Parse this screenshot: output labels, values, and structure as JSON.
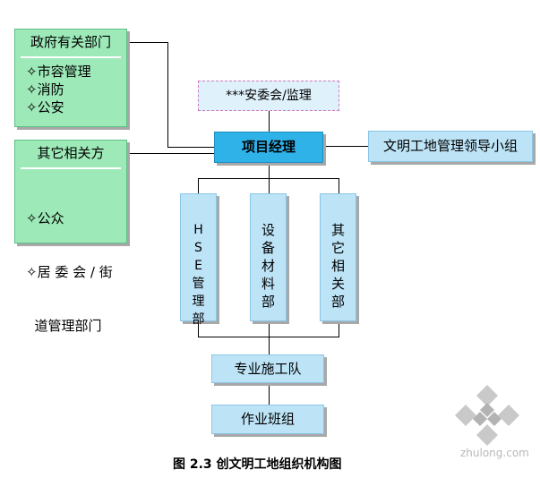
{
  "government": {
    "title": "政府有关部门",
    "items": [
      "✧市容管理",
      "✧消防",
      "✧公安"
    ]
  },
  "others": {
    "title": "其它相关方",
    "items": [
      "✧公众",
      "✧居 委 会 / 街",
      "  道管理部门"
    ]
  },
  "safety_committee": "***安委会/监理",
  "project_manager": "项目经理",
  "leading_group": "文明工地管理领导小组",
  "departments": {
    "hse": "HSE管理部",
    "equipment": "设备材料部",
    "other": "其它相关部"
  },
  "construction_team": "专业施工队",
  "work_team": "作业班组",
  "caption": "图 2.3 创文明工地组织机构图",
  "watermark": "zhulong.com"
}
